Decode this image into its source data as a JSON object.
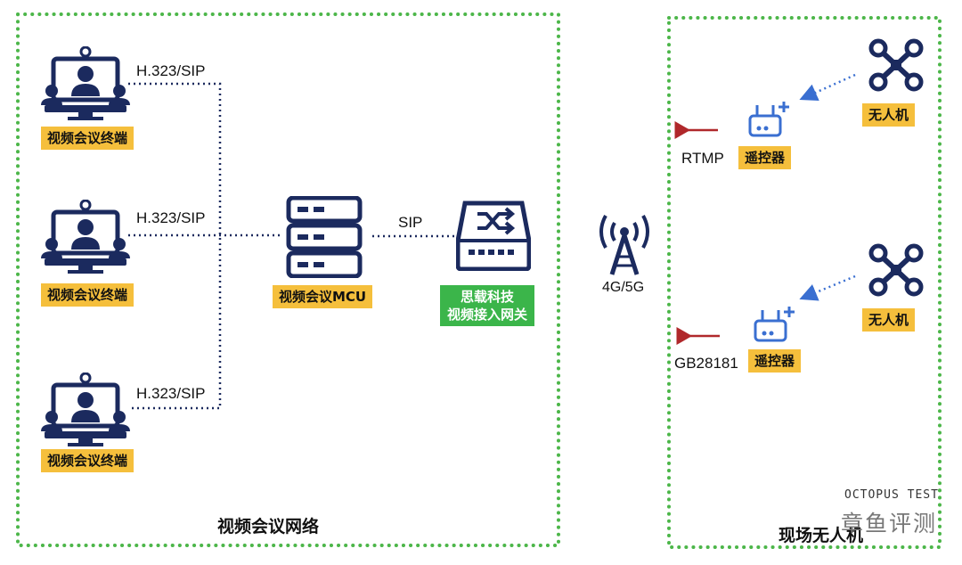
{
  "regions": {
    "left": {
      "label": "视频会议网络"
    },
    "right": {
      "label": "现场无人机"
    }
  },
  "terminals": [
    {
      "label": "视频会议终端",
      "protocol": "H.323/SIP",
      "icon": "conference-terminal-icon"
    },
    {
      "label": "视频会议终端",
      "protocol": "H.323/SIP",
      "icon": "conference-terminal-icon"
    },
    {
      "label": "视频会议终端",
      "protocol": "H.323/SIP",
      "icon": "conference-terminal-icon"
    }
  ],
  "mcu": {
    "label": "视频会议MCU",
    "icon": "server-icon"
  },
  "link_mcu_gateway": {
    "protocol": "SIP"
  },
  "gateway": {
    "line1": "思载科技",
    "line2": "视频接入网关",
    "icon": "switch-gateway-icon"
  },
  "tower": {
    "label": "4G/5G",
    "icon": "cell-tower-icon"
  },
  "uav_groups": [
    {
      "drone_label": "无人机",
      "controller_label": "遥控器",
      "stream_protocol": "RTMP"
    },
    {
      "drone_label": "无人机",
      "controller_label": "遥控器",
      "stream_protocol": "GB28181"
    }
  ],
  "watermark": {
    "line1": "OCTOPUS TEST",
    "line2": "章鱼评测"
  },
  "colors": {
    "navy": "#1b2a5e",
    "tag_yellow": "#f5bf3c",
    "gateway_green": "#3bb54a",
    "region_border_green": "#4cb649",
    "arrow_red": "#b0282b",
    "controller_blue": "#3a6fd1"
  }
}
